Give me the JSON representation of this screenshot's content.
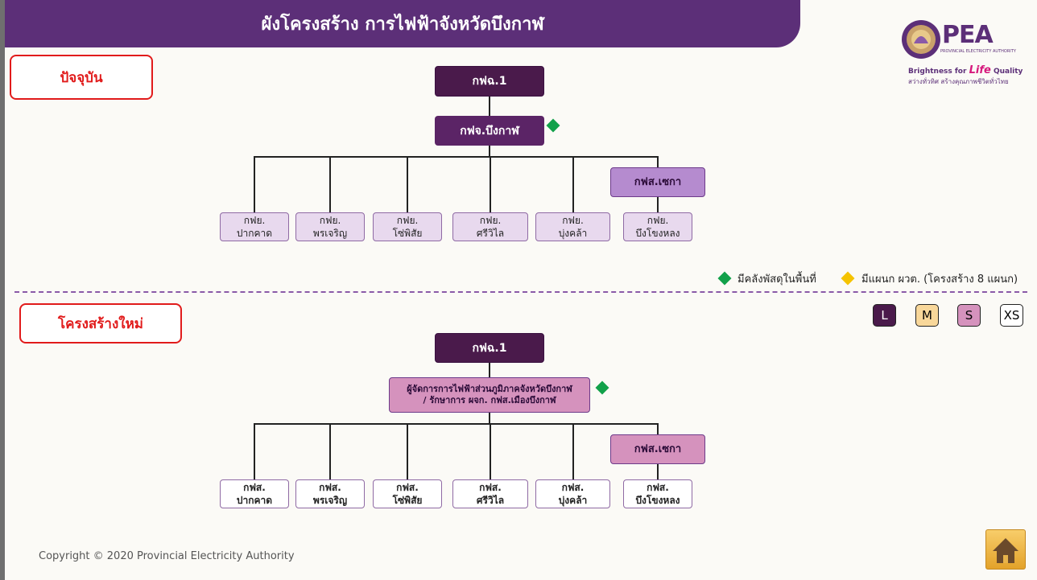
{
  "title": "ผังโครงสร้าง การไฟฟ้าจังหวัดบึงกาฬ",
  "logo": {
    "text": "PEA",
    "sub": "PROVINCIAL ELECTRICITY AUTHORITY",
    "tag_pre": "Brightness for",
    "tag_life": "Life",
    "tag_post": "Quality",
    "tag_th": "สว่างทั่วทิศ สร้างคุณภาพชีวิตทั่วไทย"
  },
  "current": {
    "label": "ปัจจุบัน",
    "root": "กฟฉ.1",
    "mid": "กฟจ.บึงกาฬ",
    "branch": "กฟส.เซกา",
    "leaves": [
      {
        "top": "กฟย.",
        "bottom": "ปากคาด"
      },
      {
        "top": "กฟย.",
        "bottom": "พรเจริญ"
      },
      {
        "top": "กฟย.",
        "bottom": "โซ่พิสัย"
      },
      {
        "top": "กฟย.",
        "bottom": "ศรีวิไล"
      },
      {
        "top": "กฟย.",
        "bottom": "บุ่งคล้า"
      },
      {
        "top": "กฟย.",
        "bottom": "บึงโขงหลง"
      }
    ]
  },
  "legend": {
    "green": "มีคลังพัสดุในพื้นที่",
    "yellow": "มีแผนก ผวต. (โครงสร้าง 8 แผนก)",
    "green_color": "#12a14a",
    "yellow_color": "#f5c300"
  },
  "new": {
    "label": "โครงสร้างใหม่",
    "root": "กฟฉ.1",
    "mid_line1": "ผู้จัดการการไฟฟ้าส่วนภูมิภาคจังหวัดบึงกาฬ",
    "mid_line2": "/  รักษาการ ผจก. กฟส.เมืองบึงกาฬ",
    "branch": "กฟส.เซกา",
    "leaves": [
      {
        "top": "กฟส.",
        "bottom": "ปากคาด"
      },
      {
        "top": "กฟส.",
        "bottom": "พรเจริญ"
      },
      {
        "top": "กฟส.",
        "bottom": "โซ่พิสัย"
      },
      {
        "top": "กฟส.",
        "bottom": "ศรีวิไล"
      },
      {
        "top": "กฟส.",
        "bottom": "บุ่งคล้า"
      },
      {
        "top": "กฟส.",
        "bottom": "บึงโขงหลง"
      }
    ]
  },
  "sizes": [
    {
      "label": "L",
      "bg": "#4a1a4b",
      "fg": "#ffffff"
    },
    {
      "label": "M",
      "bg": "#f8d79a",
      "fg": "#222222"
    },
    {
      "label": "S",
      "bg": "#d592bd",
      "fg": "#222222"
    },
    {
      "label": "XS",
      "bg": "#ffffff",
      "fg": "#222222"
    }
  ],
  "copyright": "Copyright © 2020 Provincial Electricity Authority"
}
